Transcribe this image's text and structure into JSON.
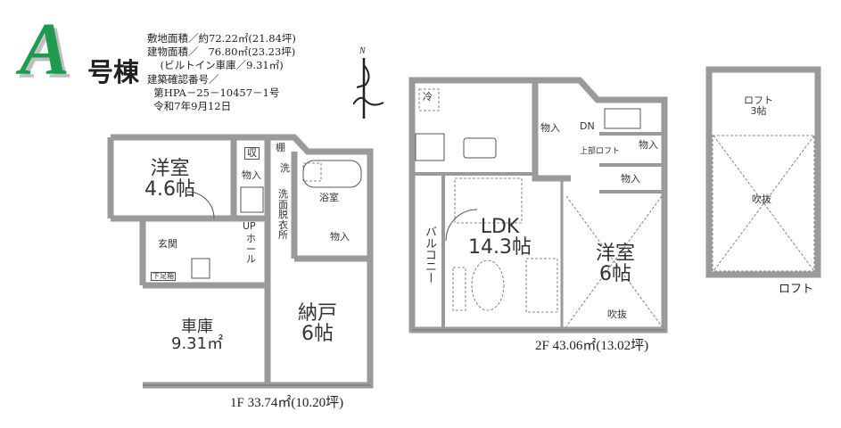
{
  "header": {
    "logo_letter": "A",
    "building_label": "号棟",
    "info_lines": [
      "敷地面積／約72.22㎡(21.84坪)",
      "建物面積／   76.80㎡(23.23坪)",
      "    (ビルトイン車庫／9.31㎡)",
      "建築確認番号／",
      "  第HPA－25－10457－1号",
      "  令和7年9月12日"
    ]
  },
  "compass": {
    "north_label": "N"
  },
  "colors": {
    "logo_green": "#1f9a4e",
    "wall": "#9a9a9a",
    "line": "#555555"
  },
  "floor1": {
    "area_label": "1F 33.74㎡(10.20坪)",
    "rooms": {
      "western_room": "洋室\n4.6帖",
      "storage_shu": "収",
      "storage_monoire": "物入",
      "shelf": "棚",
      "washer": "洗",
      "washroom": "洗\n面\n脱\n衣\n所",
      "bathroom": "浴室",
      "storage2": "物入",
      "entrance": "玄関",
      "shoe_box": "下足箱",
      "up": "UP",
      "hall": "ホ\nー\nル",
      "garage": "車庫\n9.31㎡",
      "closet": "納戸\n6帖"
    }
  },
  "floor2": {
    "area_label": "2F 43.06㎡(13.02坪)",
    "rooms": {
      "fridge": "冷",
      "storage_a": "物入",
      "dn": "DN",
      "loft_above": "上部ロフト",
      "storage_b": "物入",
      "storage_c": "物入",
      "ldk": "LDK\n14.3帖",
      "balcony": "バルコニー",
      "western_room": "洋室\n6帖",
      "void": "吹抜"
    }
  },
  "loft": {
    "title": "ロフト",
    "rooms": {
      "loft": "ロフト\n3帖",
      "void": "吹抜"
    }
  }
}
